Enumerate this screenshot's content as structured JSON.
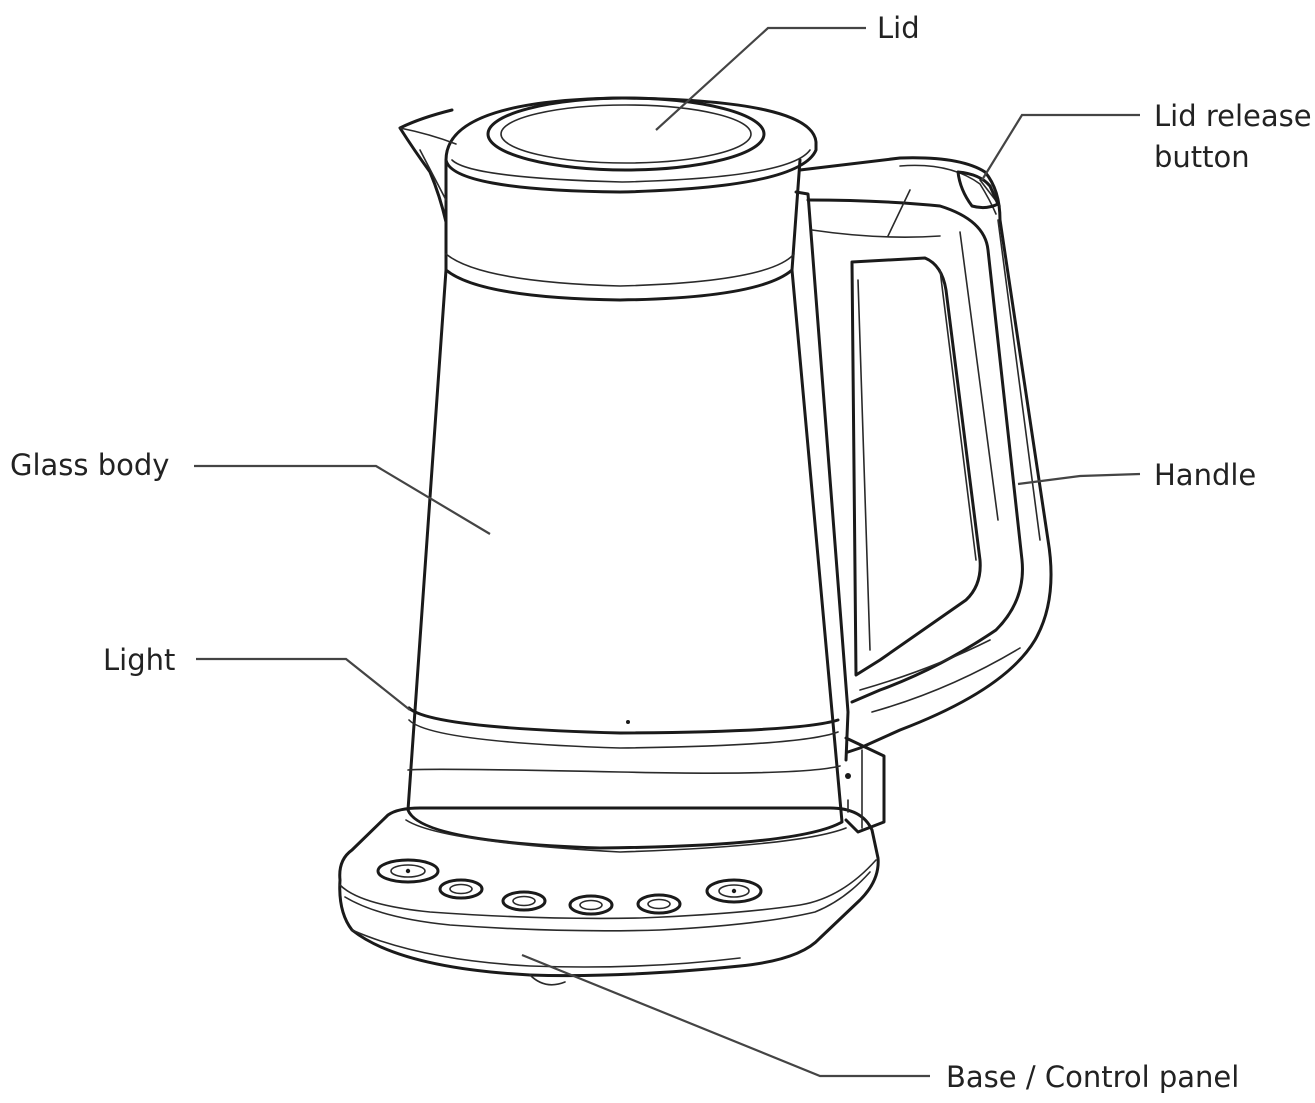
{
  "labels": {
    "lid": "Lid",
    "lid_release_line1": "Lid release",
    "lid_release_line2": "button",
    "handle": "Handle",
    "glass_body": "Glass body",
    "light": "Light",
    "base_control_panel": "Base / Control panel"
  }
}
